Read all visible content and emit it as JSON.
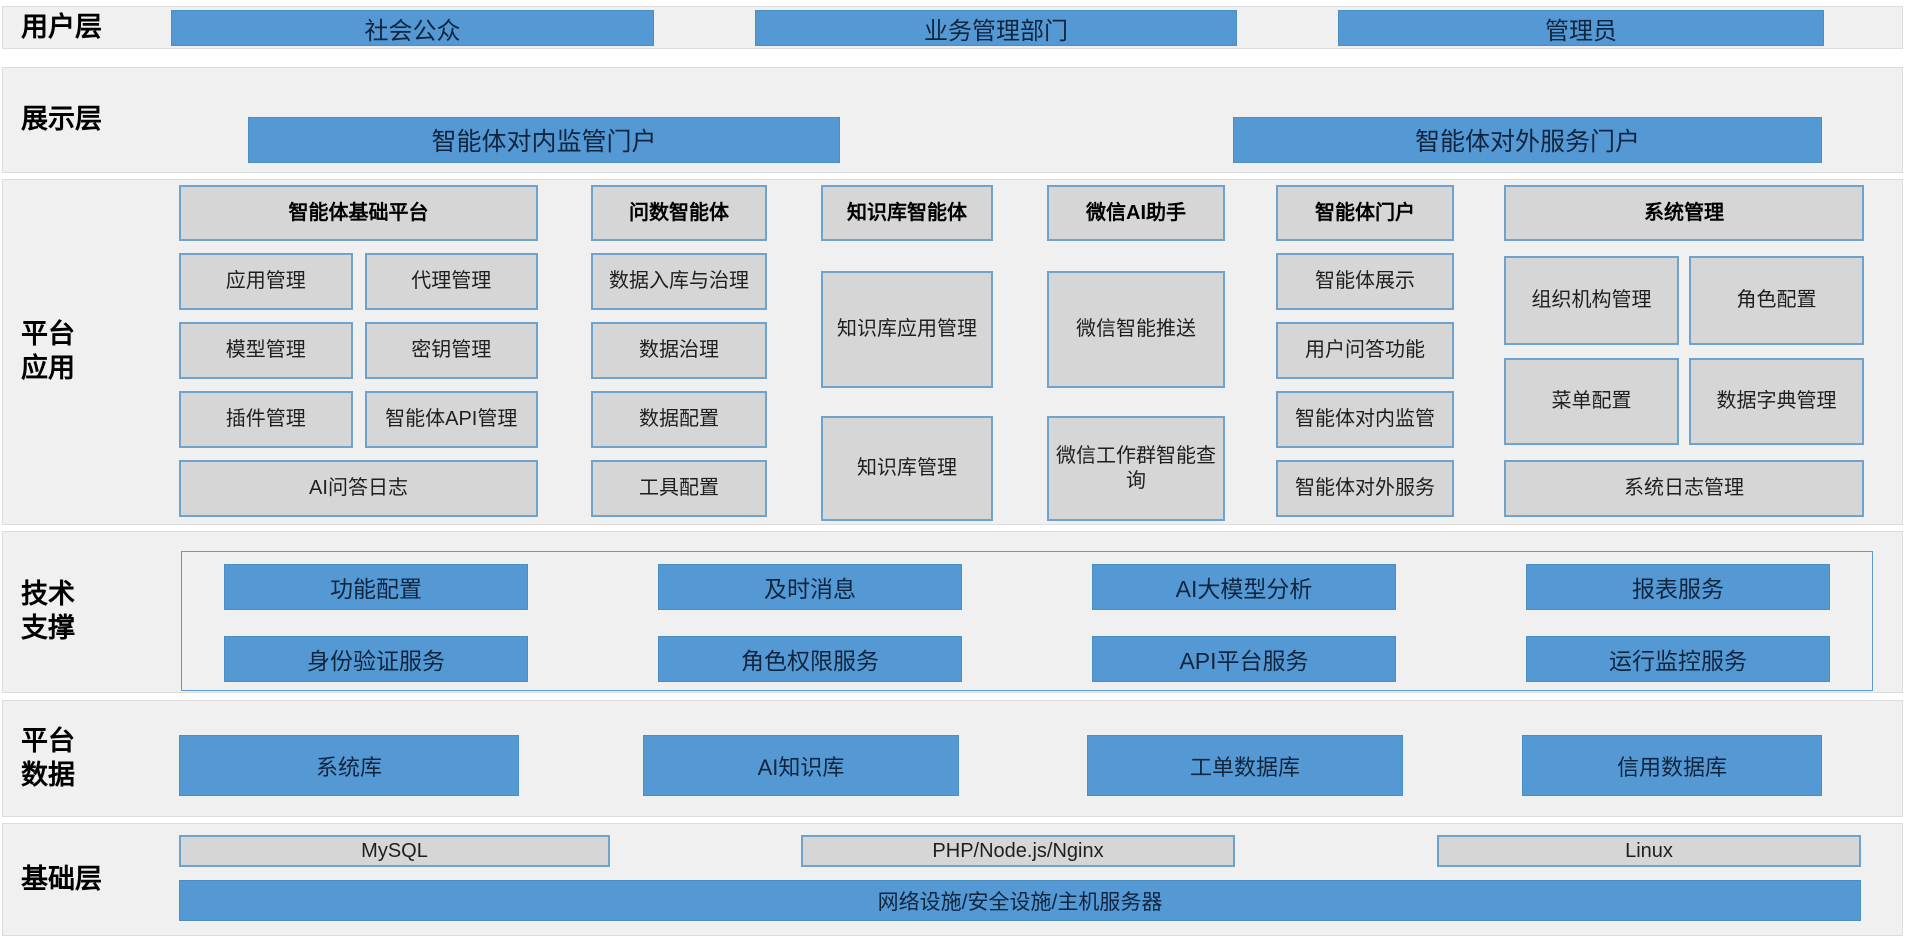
{
  "colors": {
    "accent_blue": "#5499d3",
    "blue_border": "#4a8ec2",
    "box_gray": "#d6d6d6",
    "box_border_blue": "#6fa3ce",
    "band_background": "#f0f0f0",
    "text_dark": "#10253f"
  },
  "layers": {
    "user": {
      "label": "用户层",
      "items": [
        "社会公众",
        "业务管理部门",
        "管理员"
      ]
    },
    "display": {
      "label": "展示层",
      "items": [
        "智能体对内监管门户",
        "智能体对外服务门户"
      ]
    },
    "platform_app": {
      "label": "平台\n应用",
      "groups": [
        {
          "title": "智能体基础平台",
          "items": [
            "应用管理",
            "代理管理",
            "模型管理",
            "密钥管理",
            "插件管理",
            "智能体API管理"
          ],
          "footer": "AI问答日志"
        },
        {
          "title": "问数智能体",
          "items": [
            "数据入库与治理",
            "数据治理",
            "数据配置",
            "工具配置"
          ]
        },
        {
          "title": "知识库智能体",
          "items": [
            "知识库应用管理",
            "知识库管理"
          ]
        },
        {
          "title": "微信AI助手",
          "items": [
            "微信智能推送",
            "微信工作群智能查询"
          ]
        },
        {
          "title": "智能体门户",
          "items": [
            "智能体展示",
            "用户问答功能",
            "智能体对内监管",
            "智能体对外服务"
          ]
        },
        {
          "title": "系统管理",
          "items": [
            "组织机构管理",
            "角色配置",
            "菜单配置",
            "数据字典管理"
          ],
          "footer": "系统日志管理"
        }
      ]
    },
    "tech_support": {
      "label": "技术\n支撑",
      "rows": [
        [
          "功能配置",
          "及时消息",
          "AI大模型分析",
          "报表服务"
        ],
        [
          "身份验证服务",
          "角色权限服务",
          "API平台服务",
          "运行监控服务"
        ]
      ]
    },
    "platform_data": {
      "label": "平台\n数据",
      "items": [
        "系统库",
        "AI知识库",
        "工单数据库",
        "信用数据库"
      ]
    },
    "base": {
      "label": "基础层",
      "tech_items": [
        "MySQL",
        "PHP/Node.js/Nginx",
        "Linux"
      ],
      "infra": "网络设施/安全设施/主机服务器"
    }
  }
}
